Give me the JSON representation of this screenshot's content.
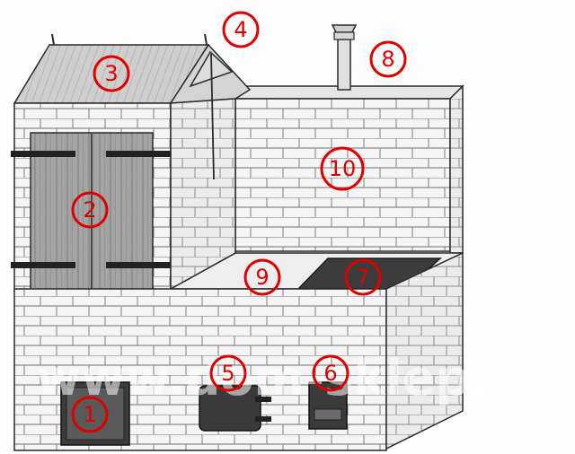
{
  "figure": {
    "callouts": [
      {
        "label": "1",
        "part": "firebox-door"
      },
      {
        "label": "2",
        "part": "smokehouse-door"
      },
      {
        "label": "3",
        "part": "smokehouse-roof"
      },
      {
        "label": "4",
        "part": "roof-vent-hatch"
      },
      {
        "label": "5",
        "part": "ash-pit-door"
      },
      {
        "label": "6",
        "part": "cleanout-door"
      },
      {
        "label": "7",
        "part": "cooktop-plate"
      },
      {
        "label": "8",
        "part": "chimney"
      },
      {
        "label": "9",
        "part": "counter-top"
      },
      {
        "label": "10",
        "part": "back-wall"
      }
    ],
    "watermark": "www.dom-sklep.pl",
    "colors": {
      "callout": "#e00000",
      "line": "#2a2a2a",
      "brick_fill": "#f3f3f3",
      "wood": "#9a9a9a",
      "metal": "#3a3a3a",
      "roof": "#c8c8c8"
    }
  }
}
